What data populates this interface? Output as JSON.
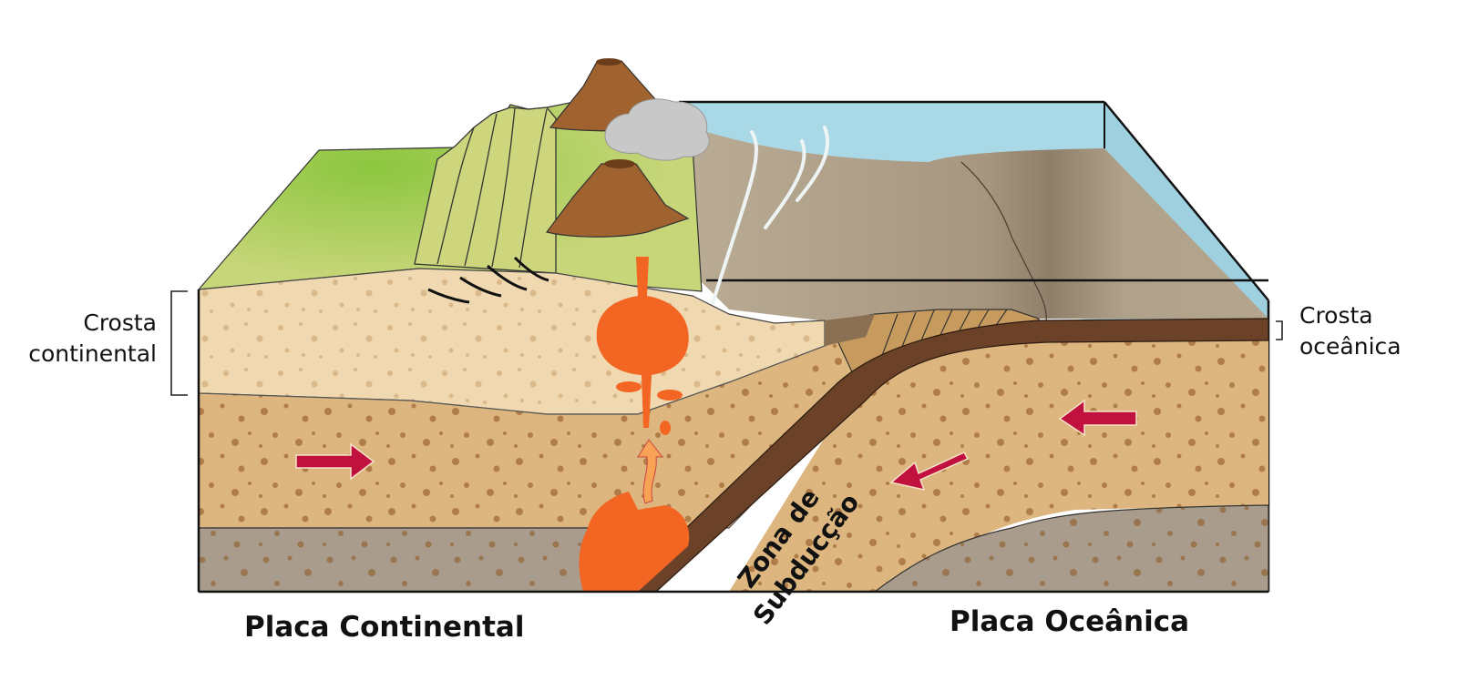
{
  "diagram": {
    "title": "Convergent plate boundary: continental vs oceanic plate (subduction)",
    "labels": {
      "continental_crust": {
        "line1": "Crosta",
        "line2": "continental"
      },
      "oceanic_crust": {
        "line1": "Crosta",
        "line2": "oceânica"
      },
      "subduction_zone": {
        "line1": "Zona de",
        "line2": "Subducção"
      },
      "continental_plate": "Placa Continental",
      "oceanic_plate": "Placa Oceânica"
    },
    "features": [
      "volcano-upper",
      "volcano-lower",
      "ash-cloud",
      "folded-mountains",
      "thrust-faults",
      "magma-chamber",
      "rising-magma-arrow",
      "ocean-water",
      "ocean-trench",
      "accretionary-wedge",
      "subducting-oceanic-slab",
      "asthenosphere"
    ],
    "arrows": [
      {
        "name": "continental-plate-motion-arrow",
        "direction": "right"
      },
      {
        "name": "oceanic-plate-motion-arrow",
        "direction": "left"
      },
      {
        "name": "subduction-motion-arrow",
        "direction": "down-left"
      }
    ],
    "colors": {
      "land_green": "#c8d67a",
      "land_green_bright": "#8cc63f",
      "continental_crust": "#f0d9b0",
      "mantle_tan": "#dcb67e",
      "asthenosphere_gray": "#a99c8c",
      "ocean_floor": "#b0a18a",
      "water": "#a9d8e6",
      "oceanic_crust": "#6b4228",
      "volcano": "#a0622e",
      "magma": "#f26522",
      "arrow": "#c0113f",
      "speckle": "#b07d48",
      "ash": "#c8c8c8"
    }
  }
}
